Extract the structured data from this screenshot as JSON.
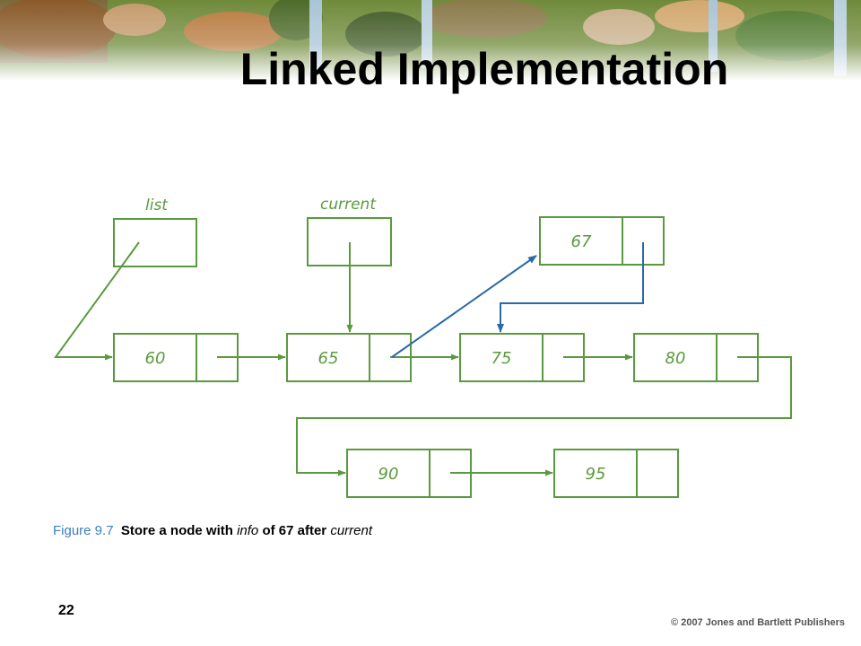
{
  "slide": {
    "title": "Linked Implementation",
    "page_number": "22",
    "copyright": "© 2007 Jones and Bartlett Publishers"
  },
  "colors": {
    "node_stroke": "#5a9a3e",
    "new_link": "#2a6aa6",
    "figure_number": "#3d7fbf"
  },
  "figure": {
    "caption": {
      "number": "Figure 9.7",
      "text_before": "Store a node with",
      "italic_word": "info",
      "text_middle": "of 67 after",
      "italic_end": "current"
    },
    "variables": {
      "list": "list",
      "current": "current"
    },
    "nodes": {
      "n60": "60",
      "n65": "65",
      "n75": "75",
      "n80": "80",
      "n90": "90",
      "n95": "95",
      "n67": "67"
    }
  }
}
